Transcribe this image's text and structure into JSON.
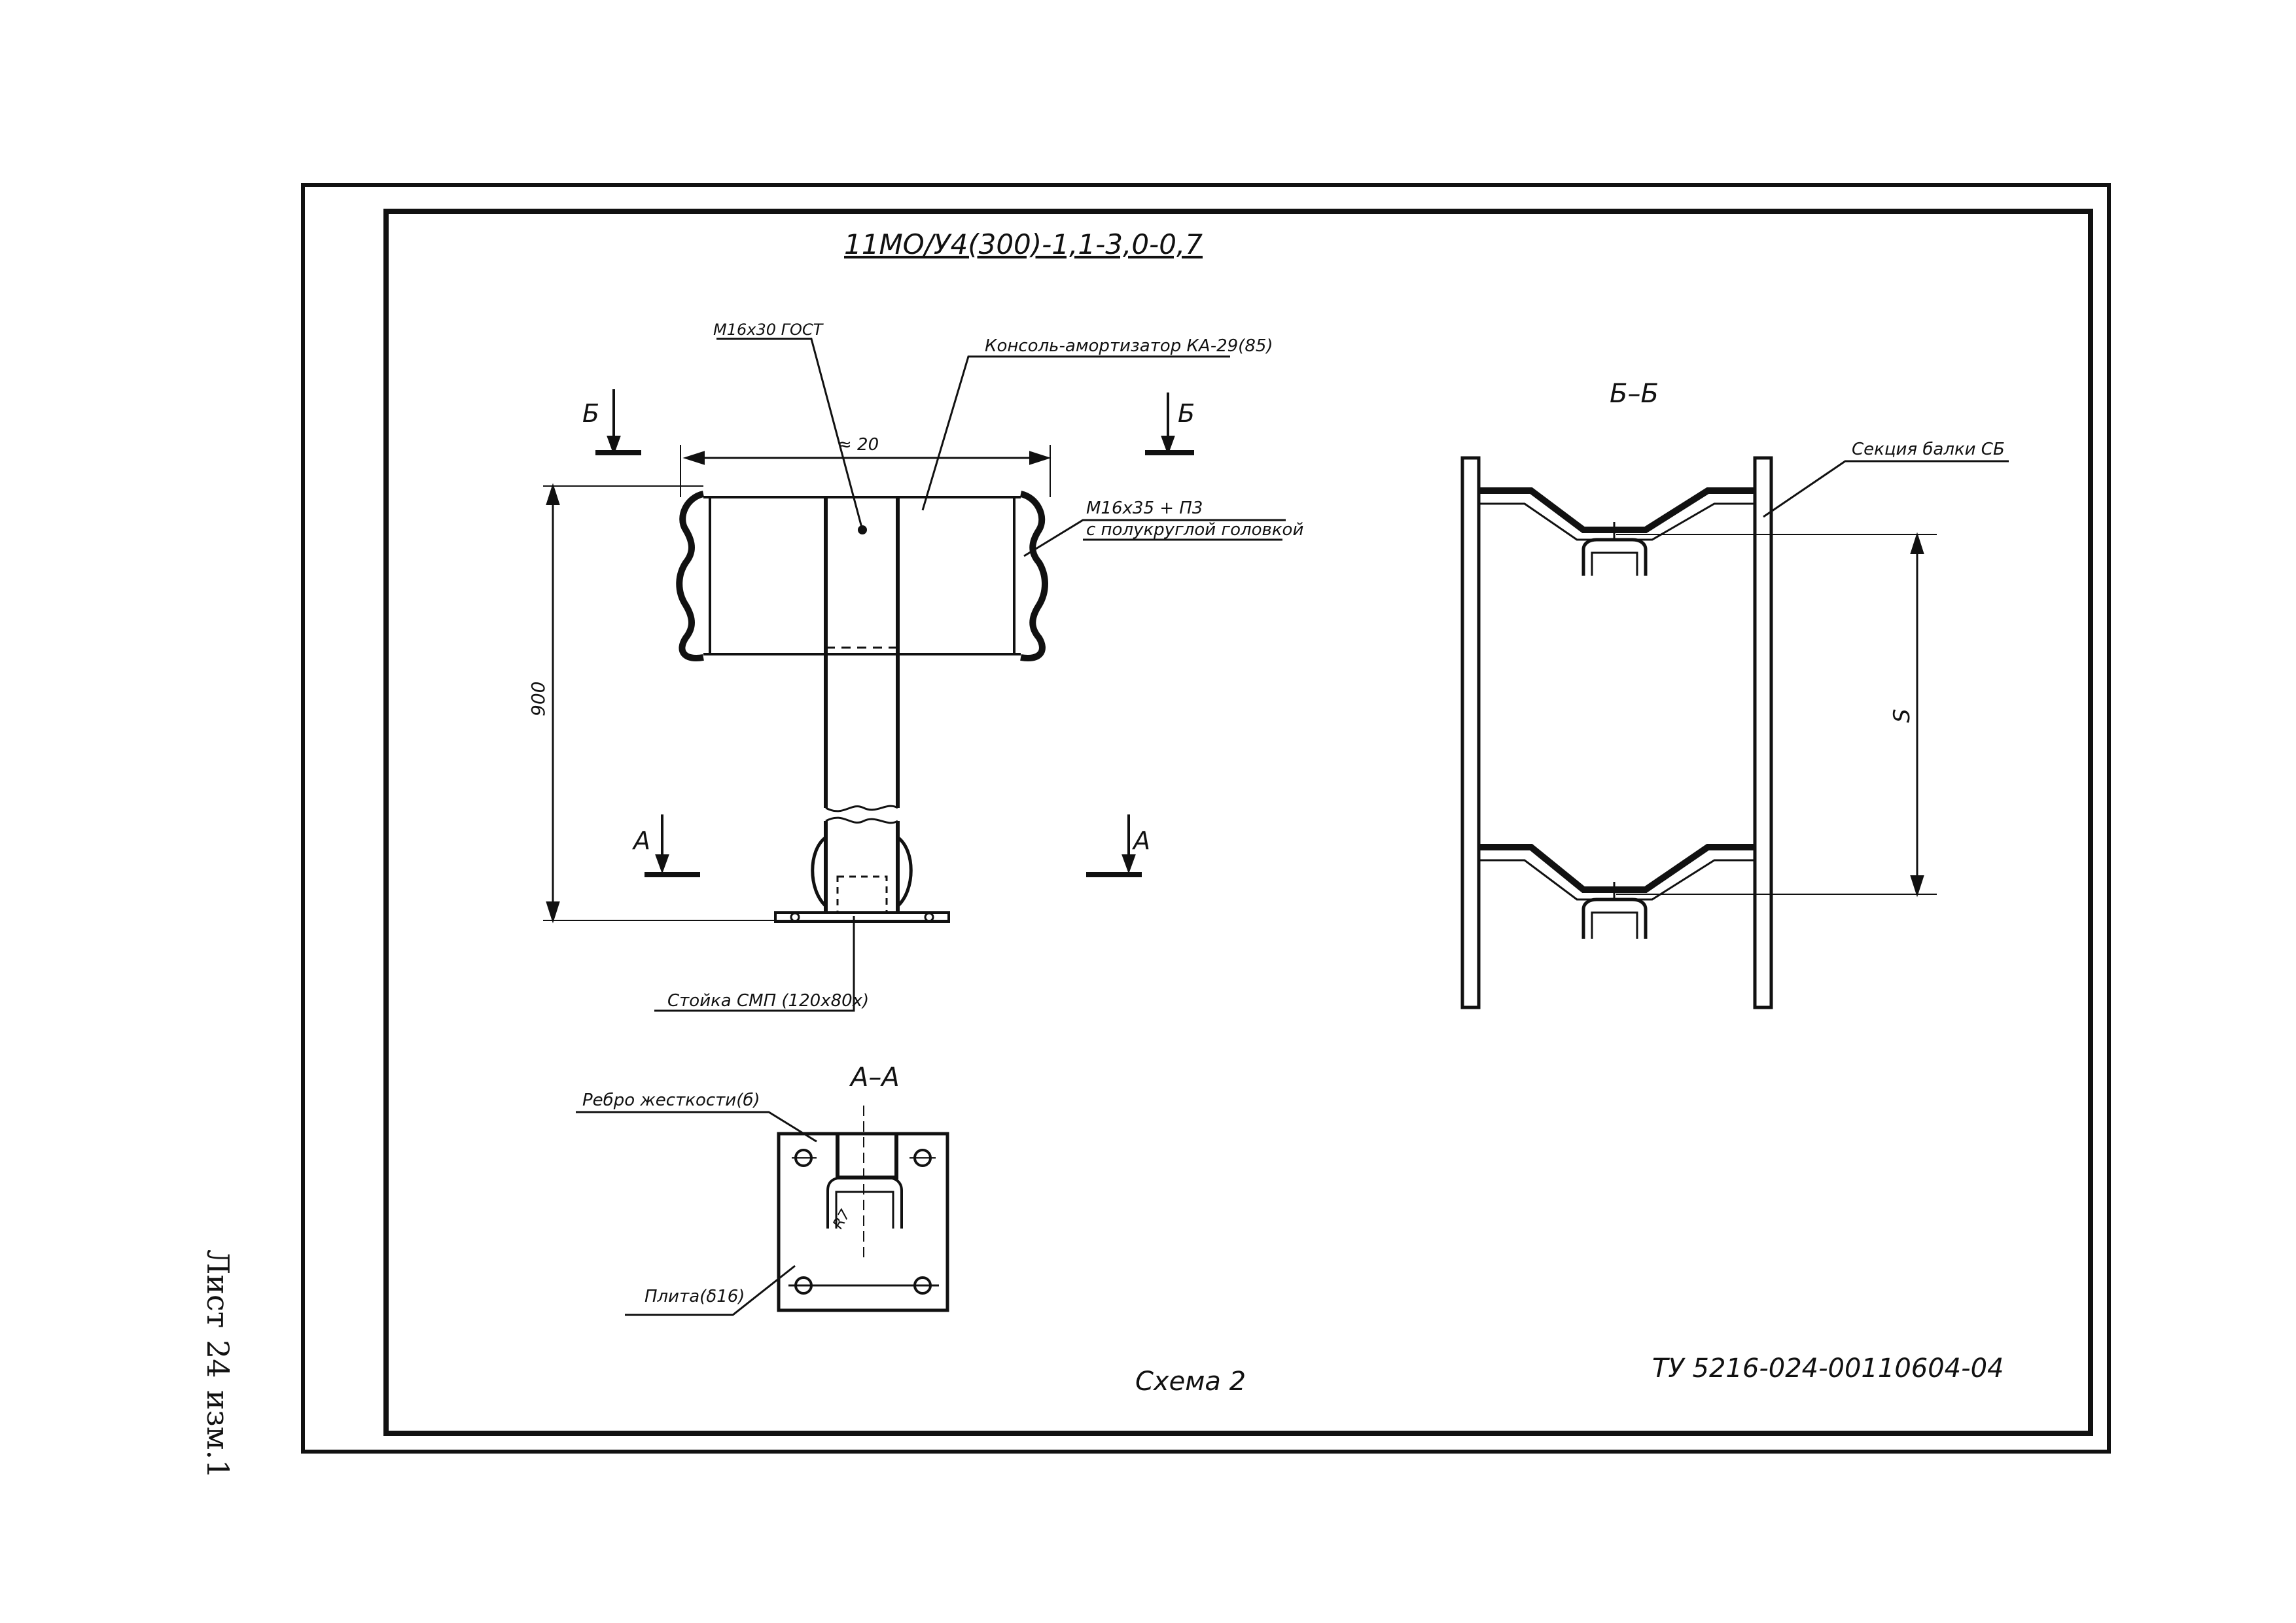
{
  "sheet_label": {
    "word": "Лист",
    "number": "24",
    "revision": "изм.1"
  },
  "drawing": {
    "designation": "11МО/У4(300)-1,1-3,0-0,7",
    "scheme": "Схема 2",
    "document_code": "ТУ 5216-024-00110604-04"
  },
  "front_view": {
    "bolt_top": "М16х30 ГОСТ",
    "console": "Консоль-амортизатор КА-29(85)",
    "bolt_side_1": "М16х35 + П3",
    "bolt_side_2": "с полукруглой головкой",
    "post": "Стойка СМП (120х80х)",
    "dim_width": "≈ 20",
    "dim_height": "900",
    "cut_b_left": "Б",
    "cut_b_right": "Б",
    "cut_a_left": "А",
    "cut_a_right": "А"
  },
  "section_bb": {
    "title": "Б–Б",
    "beam": "Секция балки СБ",
    "dim_s": "S"
  },
  "section_aa": {
    "title": "А–А",
    "rib": "Ребро жесткости(б)",
    "plate": "Плита(δ16)",
    "radius": "R7"
  }
}
